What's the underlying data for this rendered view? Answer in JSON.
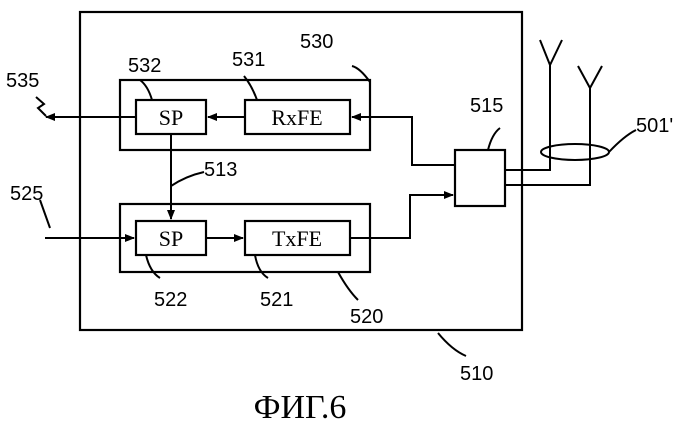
{
  "blocks": {
    "sp_rx": "SP",
    "rxfe": "RxFE",
    "sp_tx": "SP",
    "txfe": "TxFE"
  },
  "refs": {
    "r535": "535",
    "r532": "532",
    "r531": "531",
    "r530": "530",
    "r515": "515",
    "r501": "501'",
    "r513": "513",
    "r525": "525",
    "r522": "522",
    "r521": "521",
    "r520": "520",
    "r510": "510"
  },
  "caption": "ФИГ.6"
}
